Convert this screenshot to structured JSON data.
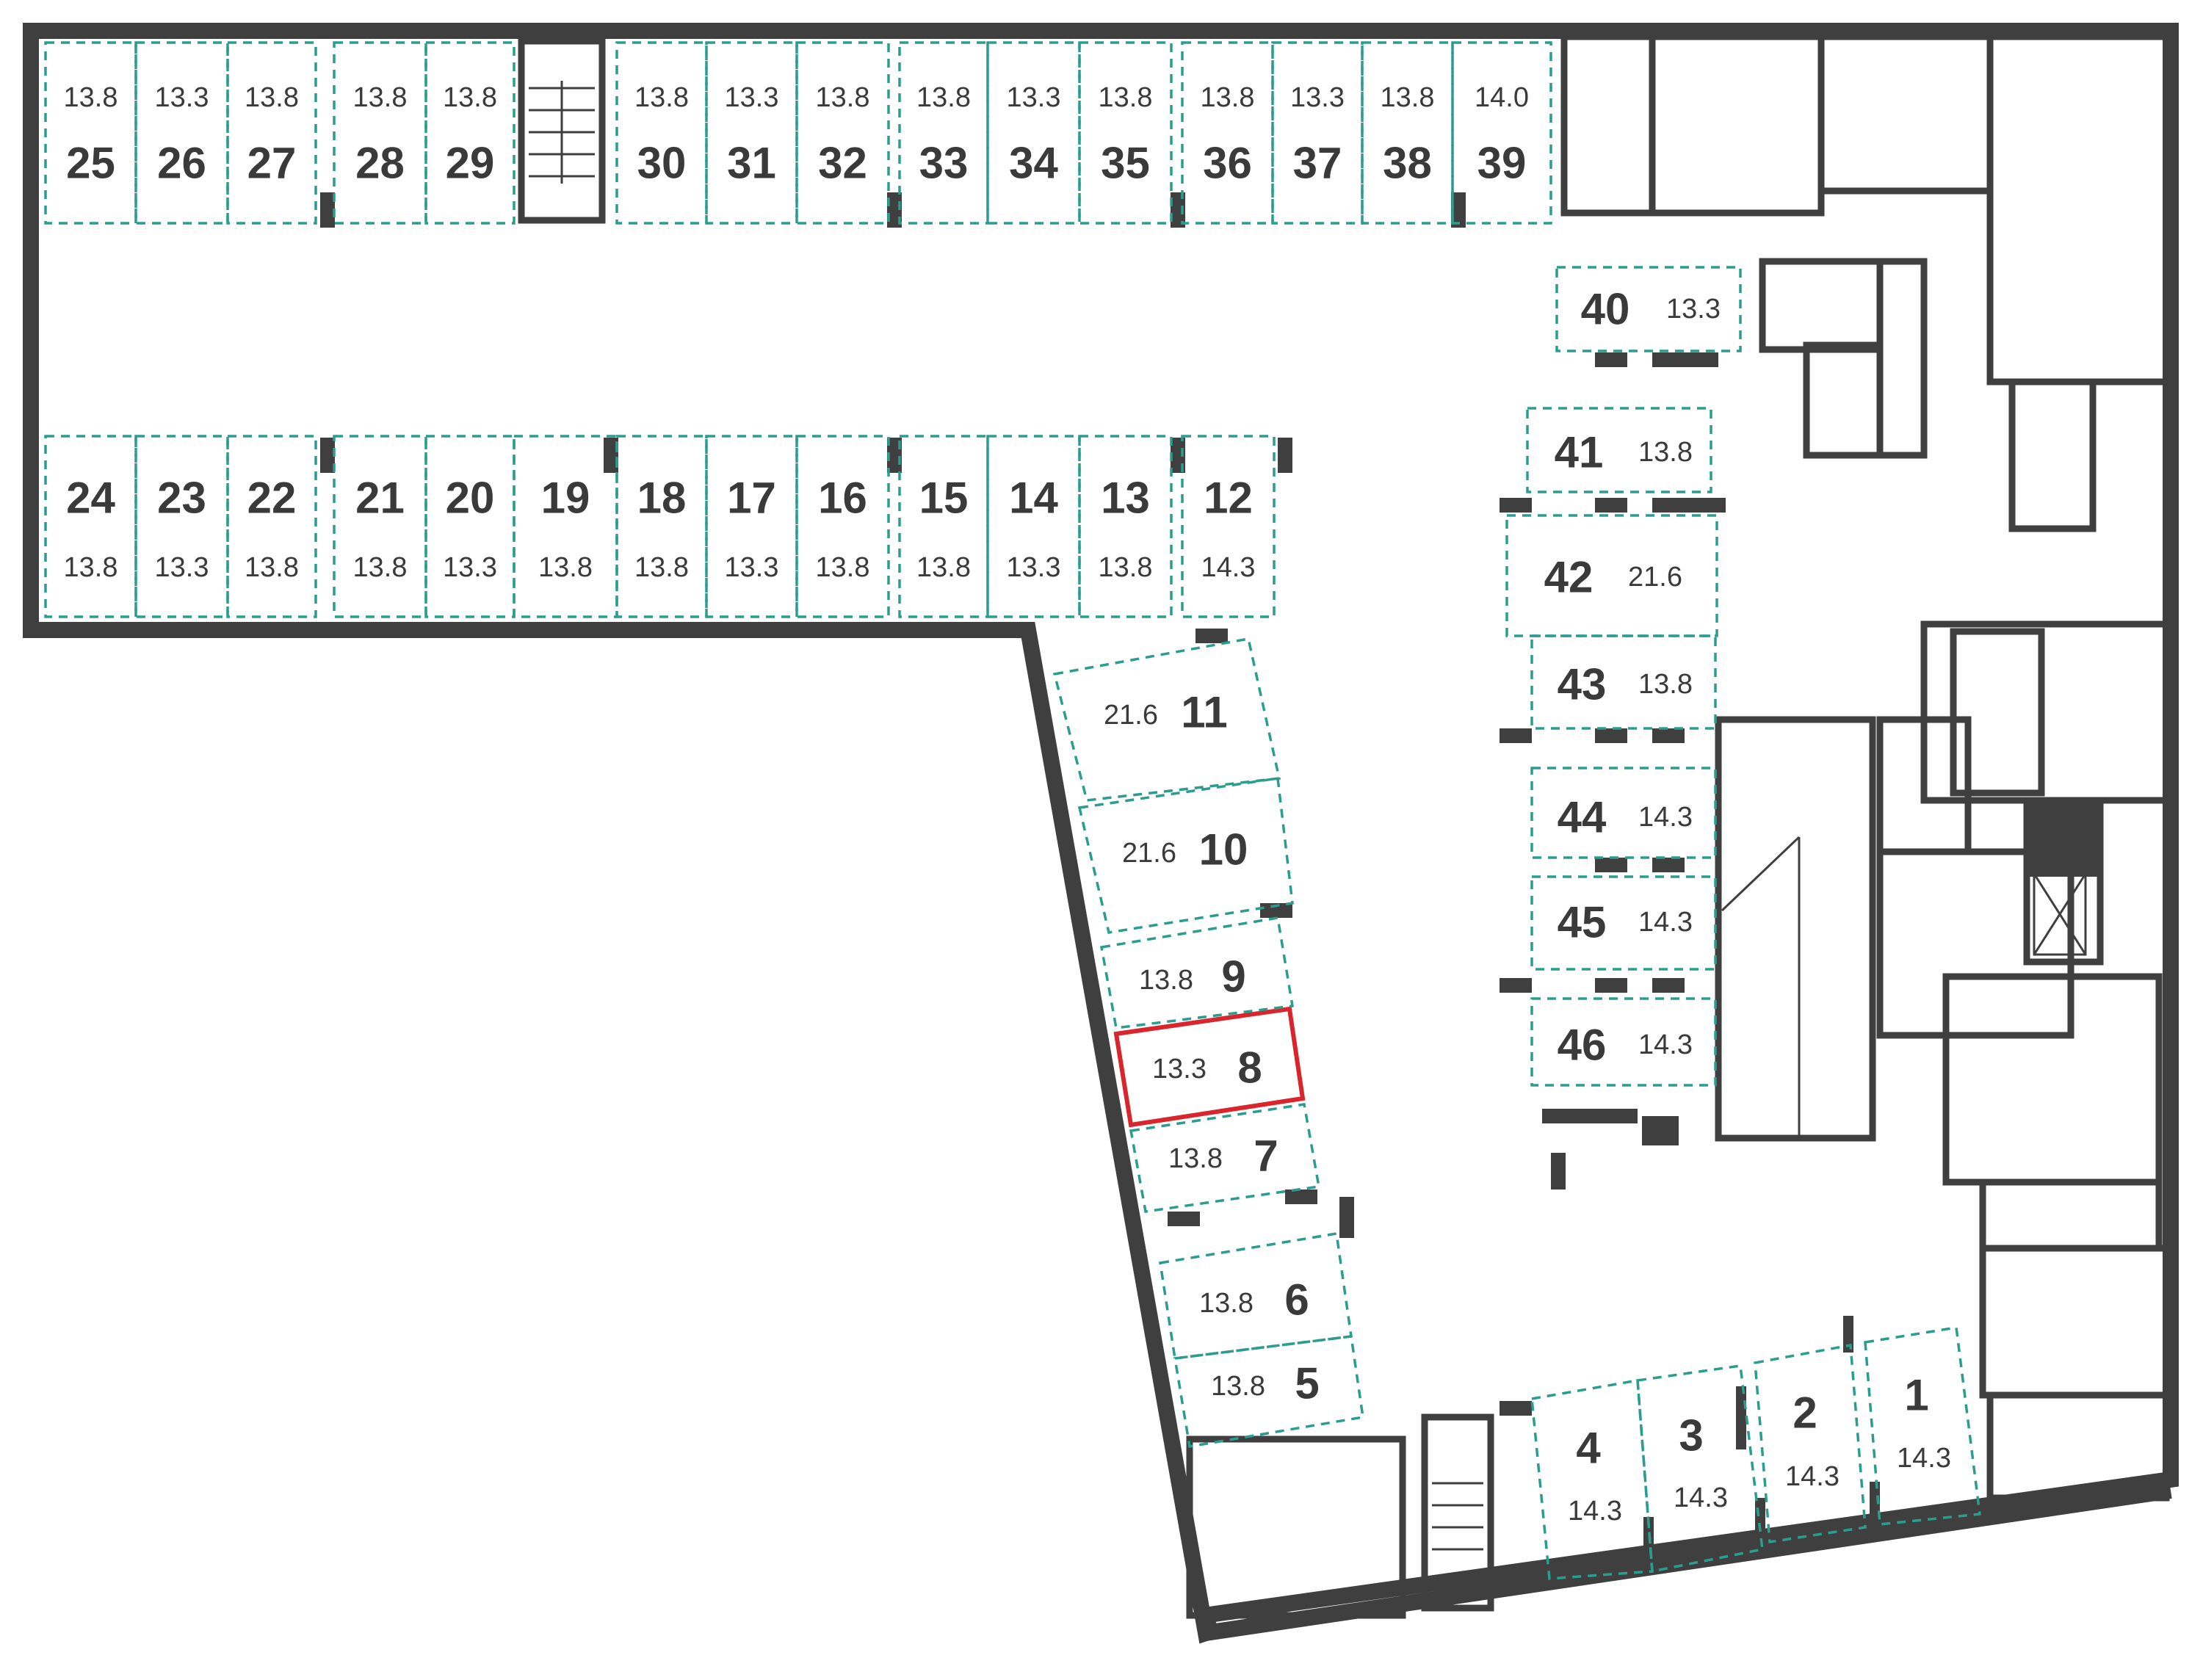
{
  "selected_space": "8",
  "colors": {
    "space_outline": "#2a9d8f",
    "selected_outline": "#d9252b",
    "walls": "#3f3f3f"
  },
  "spaces": [
    {
      "id": "1",
      "area": "14.3"
    },
    {
      "id": "2",
      "area": "14.3"
    },
    {
      "id": "3",
      "area": "14.3"
    },
    {
      "id": "4",
      "area": "14.3"
    },
    {
      "id": "5",
      "area": "13.8"
    },
    {
      "id": "6",
      "area": "13.8"
    },
    {
      "id": "7",
      "area": "13.8"
    },
    {
      "id": "8",
      "area": "13.3"
    },
    {
      "id": "9",
      "area": "13.8"
    },
    {
      "id": "10",
      "area": "21.6"
    },
    {
      "id": "11",
      "area": "21.6"
    },
    {
      "id": "12",
      "area": "14.3"
    },
    {
      "id": "13",
      "area": "13.8"
    },
    {
      "id": "14",
      "area": "13.3"
    },
    {
      "id": "15",
      "area": "13.8"
    },
    {
      "id": "16",
      "area": "13.8"
    },
    {
      "id": "17",
      "area": "13.3"
    },
    {
      "id": "18",
      "area": "13.8"
    },
    {
      "id": "19",
      "area": "13.8"
    },
    {
      "id": "20",
      "area": "13.3"
    },
    {
      "id": "21",
      "area": "13.8"
    },
    {
      "id": "22",
      "area": "13.8"
    },
    {
      "id": "23",
      "area": "13.3"
    },
    {
      "id": "24",
      "area": "13.8"
    },
    {
      "id": "25",
      "area": "13.8"
    },
    {
      "id": "26",
      "area": "13.3"
    },
    {
      "id": "27",
      "area": "13.8"
    },
    {
      "id": "28",
      "area": "13.8"
    },
    {
      "id": "29",
      "area": "13.8"
    },
    {
      "id": "30",
      "area": "13.8"
    },
    {
      "id": "31",
      "area": "13.3"
    },
    {
      "id": "32",
      "area": "13.8"
    },
    {
      "id": "33",
      "area": "13.8"
    },
    {
      "id": "34",
      "area": "13.3"
    },
    {
      "id": "35",
      "area": "13.8"
    },
    {
      "id": "36",
      "area": "13.8"
    },
    {
      "id": "37",
      "area": "13.3"
    },
    {
      "id": "38",
      "area": "13.8"
    },
    {
      "id": "39",
      "area": "14.0"
    },
    {
      "id": "40",
      "area": "13.3"
    },
    {
      "id": "41",
      "area": "13.8"
    },
    {
      "id": "42",
      "area": "21.6"
    },
    {
      "id": "43",
      "area": "13.8"
    },
    {
      "id": "44",
      "area": "14.3"
    },
    {
      "id": "45",
      "area": "14.3"
    },
    {
      "id": "46",
      "area": "14.3"
    }
  ]
}
